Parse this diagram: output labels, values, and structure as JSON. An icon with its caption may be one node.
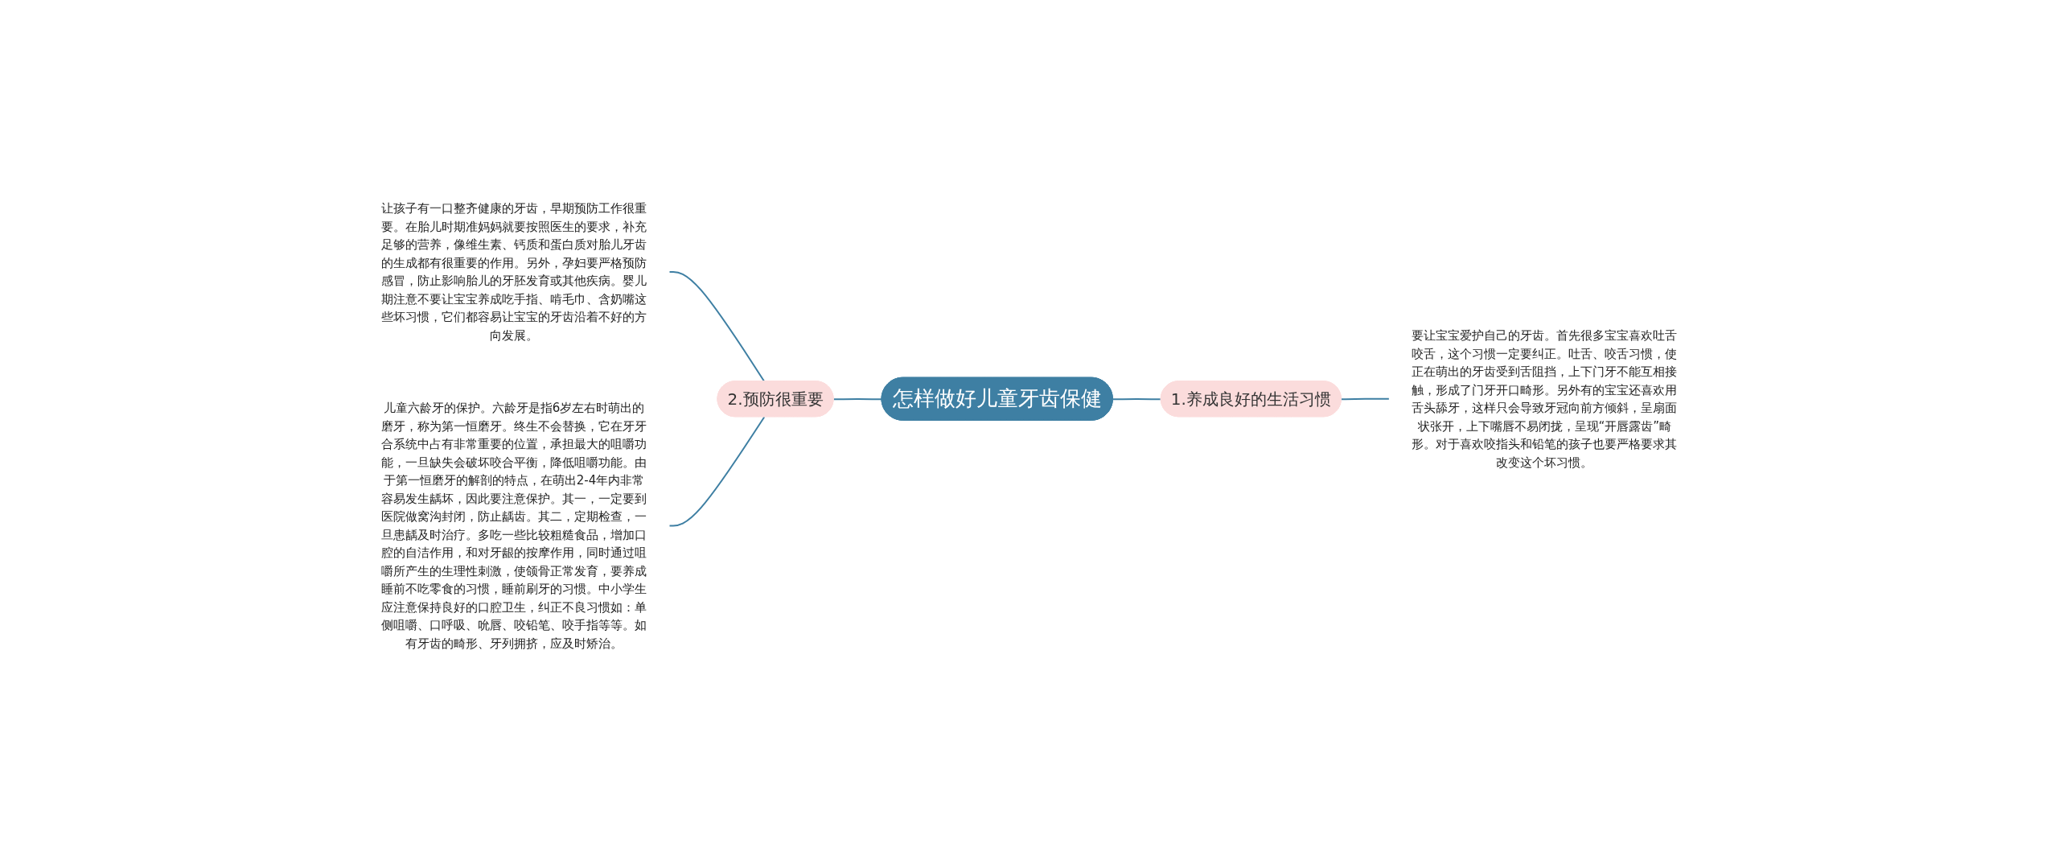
{
  "diagram": {
    "nodes": [
      {
        "text": [
          "怎样做好儿童牙齿保健"
        ]
      },
      {
        "text": [
          "1.养成良好的生活习惯"
        ]
      },
      {
        "text": [
          "要让宝宝爱护自己的牙齿。首先很多宝宝喜欢吐舌咬舌，这个习惯一定要纠正。吐舌、咬舌习惯，使正在萌出的牙齿受到舌阻挡，上下门牙不能互相接触，形成了门牙开口畸形。另外有的宝宝还喜欢用舌头舔牙，这样只会导致牙冠向前方倾斜，呈扇面状张开，上下嘴唇不易闭拢，呈现“开唇露齿”畸形。对于喜欢咬指头和铅笔的孩子也要严格要求其改变这个坏习惯。"
        ]
      },
      {
        "text": [
          "2.预防很重要"
        ]
      },
      {
        "text": [
          "让孩子有一口整齐健康的牙齿，早期预防工作很重要。在胎儿时期准妈妈就要按照医生的要求，补充足够的营养，像维生素、钙质和蛋白质对胎儿牙齿的生成都有很重要的作用。另外，孕妇要严格预防感冒，防止影响胎儿的牙胚发育或其他疾病。婴儿期注意不要让宝宝养成吃手指、啃毛巾、含奶嘴这些坏习惯，它们都容易让宝宝的牙齿沿着不好的方向发展。"
        ]
      },
      {
        "text": [
          "儿童六龄牙的保护。六龄牙是指6岁左右时萌出的磨牙，称为第一恒磨牙。终生不会替换，它在牙牙合系统中占有非常重要的位置，承担最大的咀嚼功能，一旦缺失会破坏咬合平衡，降低咀嚼功能。由于第一恒磨牙的解剖的特点，在萌出2-4年内非常容易发生龋坏，因此要注意保护。其一，一定要到医院做窝沟封闭，防止龋齿。其二，定期检查，一旦患龋及时治疗。多吃一些比较粗糙食品，增加口腔的自洁作用，和对牙龈的按摩作用，同时通过咀嚼所产生的生理性刺激，使颌骨正常发育，要养成睡前不吃零食的习惯，睡前刷牙的习惯。中小学生应注意保持良好的口腔卫生，纠正不良习惯如：单侧咀嚼、口呼吸、吮唇、咬铅笔、咬手指等等。如有牙齿的畸形、牙列拥挤，应及时矫治。"
        ]
      }
    ],
    "edges": [
      {
        "from": 4,
        "to": 3,
        "arrow": "none"
      },
      {
        "from": 5,
        "to": 3,
        "arrow": "none"
      },
      {
        "from": 3,
        "to": 0,
        "arrow": "none"
      },
      {
        "from": 0,
        "to": 1,
        "arrow": "none"
      },
      {
        "from": 1,
        "to": 2,
        "arrow": "none"
      }
    ]
  }
}
